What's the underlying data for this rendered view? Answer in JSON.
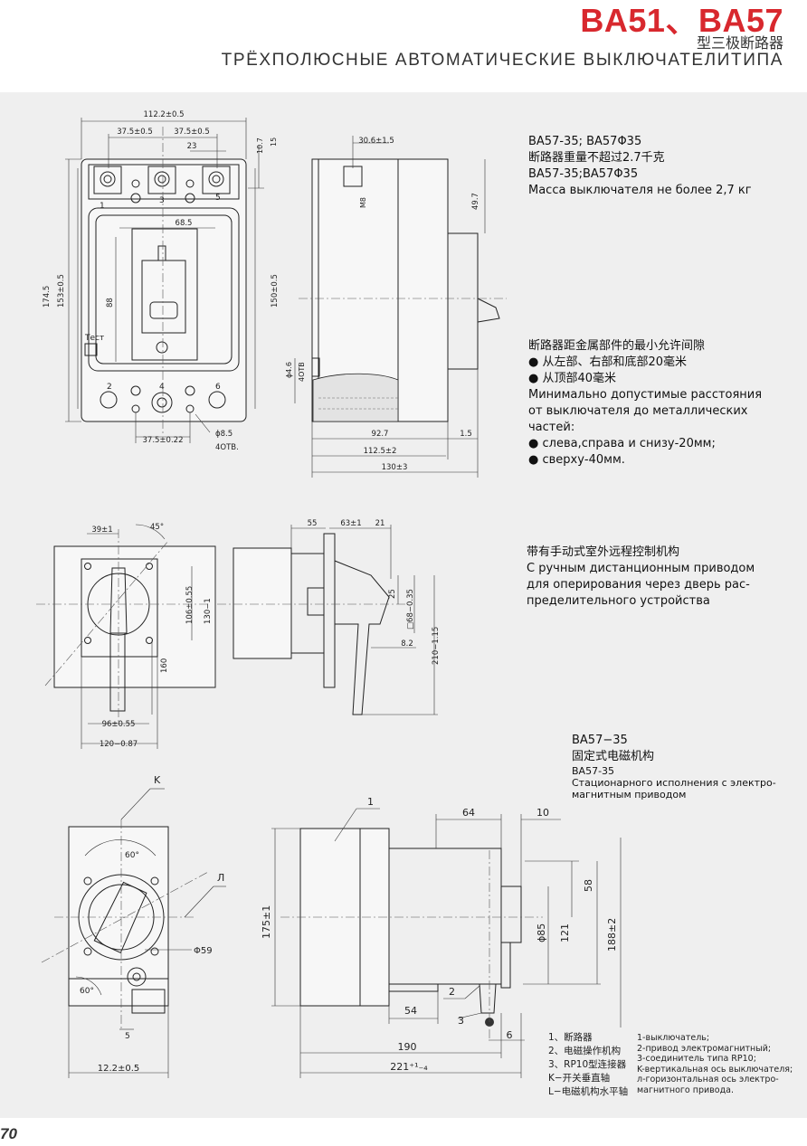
{
  "header": {
    "title": "BA51、BA57",
    "subtitle_cn": "型三极断路器",
    "subtitle_ru": "ТРЁХПОЛЮСНЫЕ АВТОМАТИЧЕСКИЕ ВЫКЛЮЧАТЕЛИТИПА"
  },
  "block1": {
    "lines": [
      "BA57-35; BA57Φ35",
      "断路器重量不超过2.7千克",
      "BA57-35;BA57Φ35",
      "Масса выключателя не более 2,7 кг"
    ]
  },
  "block2": {
    "heading": "断路器距金属部件的最小允许间隙",
    "bullet1": "从左部、右部和底部20毫米",
    "bullet2": "从顶部40毫米",
    "ru1": "Минимально допустимые расстояния",
    "ru2": "от выключателя до металлических",
    "ru3": "частей:",
    "ru_bullet1": "слева,справа и снизу-20мм;",
    "ru_bullet2": "сверху-40мм."
  },
  "block3": {
    "cn": "带有手动式室外远程控制机构",
    "ru1": "С ручным дистанционным приводом",
    "ru2": "для оперирования через дверь рас-",
    "ru3": "пределительного устройства"
  },
  "block4": {
    "model": "BA57−35",
    "cn": "固定式电磁机构",
    "model2": "BA57-35",
    "ru1": "Стационарного исполнения с электро-",
    "ru2": "магнитным приводом"
  },
  "legend_cn": [
    "1、断路器",
    "2、电磁操作机构",
    "3、RP10型连接器",
    "K−开关垂直轴",
    "L−电磁机构水平轴"
  ],
  "legend_ru": [
    "1-выключатель;",
    "2-привод электромагнитный;",
    "3-соединитель типа RP10;",
    "",
    "K-вертикальная ось выключателя;",
    "л-горизонтальная ось электро-",
    "магнитного привода."
  ],
  "drawing1": {
    "d_112": "112.2±0.5",
    "d_375a": "37.5±0.5",
    "d_375b": "37.5±0.5",
    "d_23": "23",
    "d_107": "10.7",
    "d_15": "15",
    "d_685": "68.5",
    "d_88": "88",
    "d_1745": "174.5",
    "d_153": "153±0.5",
    "d_150": "150±0.5",
    "test": "Тест",
    "d_375c": "37.5±0.22",
    "d_85": "ϕ8.5",
    "otv": "4OTB.",
    "n1": "1",
    "n3": "3",
    "n5": "5",
    "n2": "2",
    "n4": "4",
    "n6": "6"
  },
  "drawing2": {
    "d_306": "30.6±1.5",
    "m8": "M8",
    "d_497": "49.7",
    "d_46": "ϕ4.6",
    "otv": "4OTB",
    "d_927": "92.7",
    "d_15": "1.5",
    "d_1125": "112.5±2",
    "d_130": "130±3"
  },
  "drawing3": {
    "d_39": "39±1",
    "d_45": "45°",
    "d_106": "106±0.55",
    "d_130": "130−1",
    "d_160": "160",
    "d_96": "96±0.55",
    "d_120": "120−0.87"
  },
  "drawing4": {
    "d_55": "55",
    "d_63": "63±1",
    "d_21": "21",
    "d_25": "25",
    "d_68": "□68−0.35",
    "d_210": "210−1.15",
    "d_82": "8.2"
  },
  "drawing5": {
    "k": "K",
    "l": "Л",
    "d_60": "60°",
    "d_59": "Φ59",
    "d_60b": "60°",
    "d_5": "5",
    "d_122": "12.2±0.5"
  },
  "drawing6": {
    "n1": "1",
    "n2": "2",
    "n3": "3",
    "d_64": "64",
    "d_10": "10",
    "d_58": "58",
    "d_85": "ϕ85",
    "d_121": "121",
    "d_175": "175±1",
    "d_188": "188±2",
    "d_54": "54",
    "d_6": "6",
    "d_190": "190",
    "d_221": "221⁺¹₋₄"
  },
  "page_number": "70"
}
